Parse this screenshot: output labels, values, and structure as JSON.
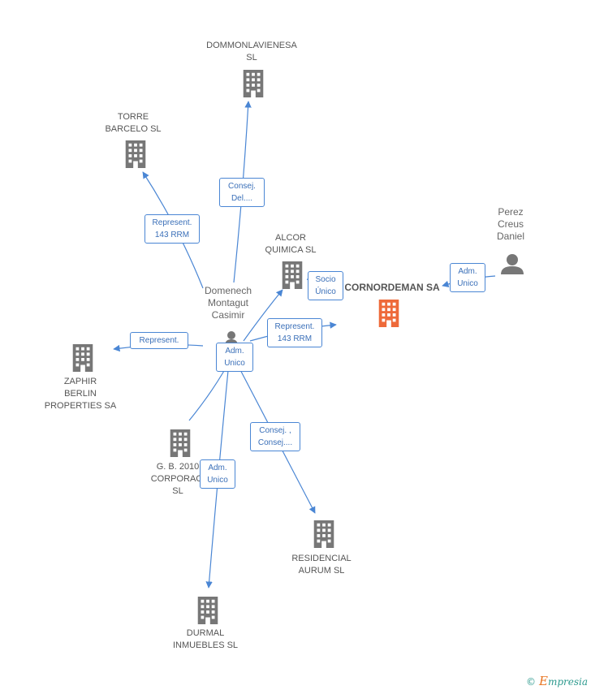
{
  "colors": {
    "edge": "#4a86d4",
    "building": "#777777",
    "main_building": "#ee6a3a",
    "person": "#777777"
  },
  "nodes": {
    "dommonlavienesa": "DOMMONLAVIENESA\nSL",
    "torre_barcelo": "TORRE\nBARCELO SL",
    "alcor": "ALCOR\nQUIMICA SL",
    "cornordeman": "CORNORDEMAN SA",
    "perez": "Perez\nCreus\nDaniel",
    "domenech": "Domenech\nMontagut\nCasimir",
    "zaphir": "ZAPHIR\nBERLIN\nPROPERTIES SA",
    "gb2010": "G. B. 2010\nCORPORACI\nSL",
    "residencial": "RESIDENCIAL\nAURUM SL",
    "durmal": "DURMAL\nINMUEBLES SL"
  },
  "edges": {
    "consej_del": "Consej.\nDel....",
    "represent_143_torre": "Represent.\n143 RRM",
    "socio_unico": "Socio\nÚnico",
    "adm_unico_perez": "Adm.\nUnico",
    "represent_143_main": "Represent.\n143 RRM",
    "represent_zaphir": "Represent.",
    "adm_unico_center": "Adm.\nUnico",
    "consej_consej": "Consej. ,\nConsej....",
    "adm_unico_durmal": "Adm.\nUnico"
  },
  "footer": {
    "copyright": "©",
    "brand_e": "E",
    "brand_rest": "mpresia"
  }
}
